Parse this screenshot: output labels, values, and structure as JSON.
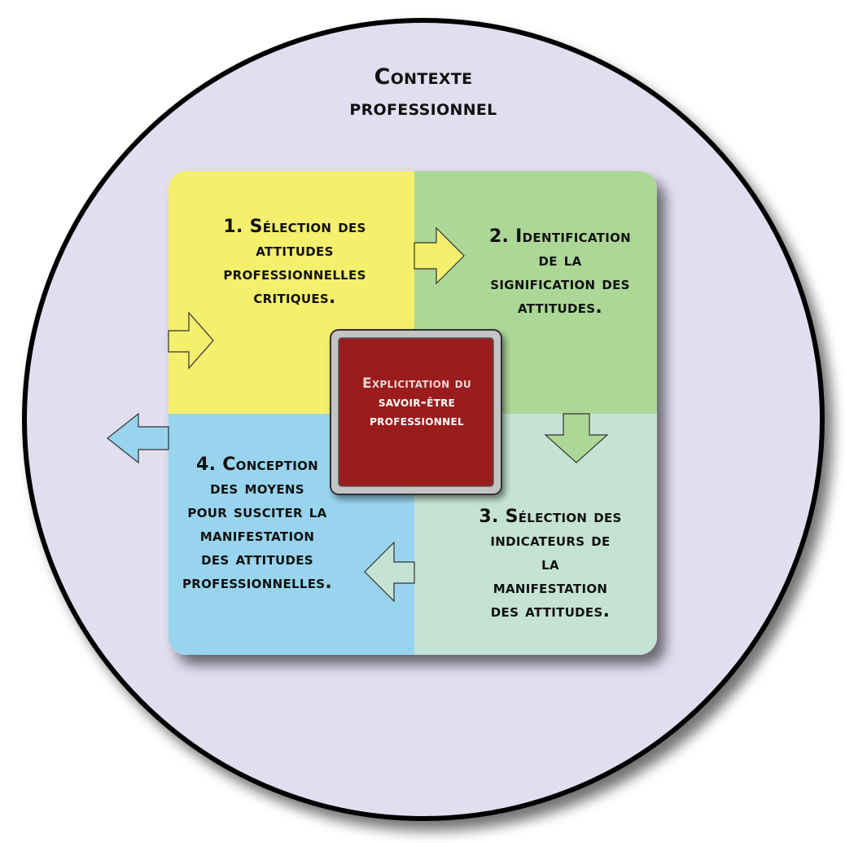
{
  "context": {
    "title_line1": "Contexte",
    "title_line2": "professionnel"
  },
  "center": {
    "line1": "Explicitation du",
    "line2": "savoir-être",
    "line3": "professionnel"
  },
  "steps": [
    {
      "lines": [
        "1. Sélection des",
        "attitudes",
        "professionnelles",
        "critiques."
      ],
      "color": "#f5ef6e"
    },
    {
      "lines": [
        "2. Identification",
        "de la",
        "signification des",
        "attitudes."
      ],
      "color": "#acd796"
    },
    {
      "lines": [
        "3. Sélection des",
        "indicateurs de",
        "la",
        "manifestation",
        "des attitudes."
      ],
      "color": "#c5e3d4"
    },
    {
      "lines": [
        "4. Conception",
        "des moyens",
        "pour susciter la",
        "manifestation",
        "des attitudes",
        "professionnelles."
      ],
      "color": "#98d4ee"
    }
  ],
  "colors": {
    "circle_fill": "#e2def0",
    "center_fill": "#9b1c1e",
    "center_frame": "#b9b9b9"
  }
}
